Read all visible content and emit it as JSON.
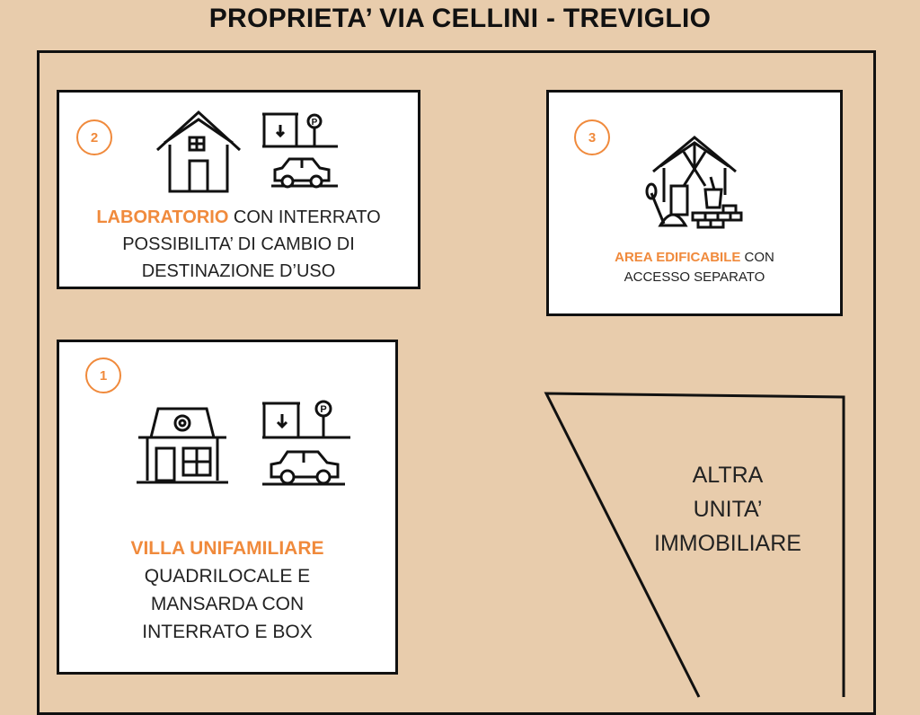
{
  "title": "PROPRIETA’ VIA CELLINI - TREVIGLIO",
  "colors": {
    "accent": "#f08a3c",
    "background": "#e8ccac",
    "line": "#111111"
  },
  "cards": {
    "lab": {
      "number": "2",
      "icons": [
        "house-icon",
        "garage-parking-car-icon"
      ],
      "highlight": "LABORATORIO",
      "line1_rest": " CON INTERRATO",
      "line2": "POSSIBILITA’ DI CAMBIO DI",
      "line3": "DESTINAZIONE D’USO"
    },
    "area": {
      "number": "3",
      "icons": [
        "construction-site-icon"
      ],
      "highlight": "AREA EDIFICABILE",
      "line1_rest": " CON",
      "line2": "ACCESSO SEPARATO"
    },
    "villa": {
      "number": "1",
      "icons": [
        "villa-icon",
        "garage-parking-car-icon"
      ],
      "highlight": "VILLA UNIFAMILIARE",
      "line2": "QUADRILOCALE E",
      "line3": "MANSARDA CON",
      "line4": "INTERRATO E BOX"
    }
  },
  "altra": {
    "line1": "ALTRA",
    "line2": "UNITA’",
    "line3": "IMMOBILIARE"
  }
}
